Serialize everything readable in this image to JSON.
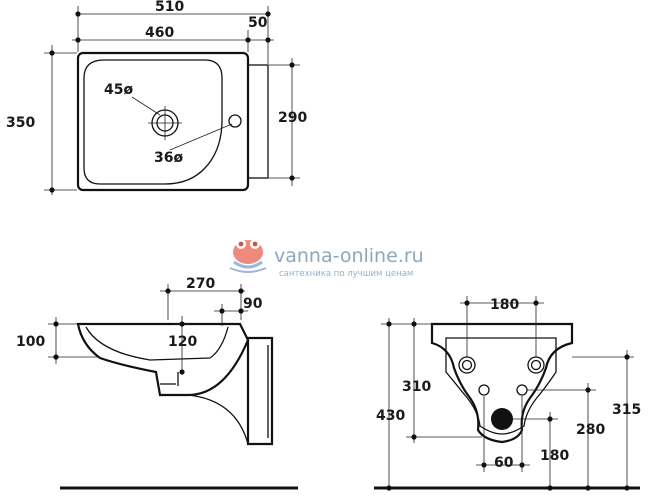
{
  "watermark": {
    "site": "vanna-online.ru",
    "tagline": "сантехника по лучшим ценам",
    "logo_colors": {
      "frog": "#f08a7a",
      "water": "#9bb8d8"
    }
  },
  "top_view": {
    "overall_width": "510",
    "basin_width": "460",
    "bracket_width": "50",
    "depth": "350",
    "bracket_height": "290",
    "drain_diameter": "45ø",
    "tap_hole_diameter": "36ø"
  },
  "side_view": {
    "depth": "270",
    "wall_offset": "90",
    "height": "100",
    "drain_offset": "120"
  },
  "front_view": {
    "mount_spacing": "180",
    "mount_height": "310",
    "total_height": "430",
    "outlet_height": "315",
    "lower_height": "280",
    "lower_spacing": "60",
    "lower_offset": "180"
  }
}
